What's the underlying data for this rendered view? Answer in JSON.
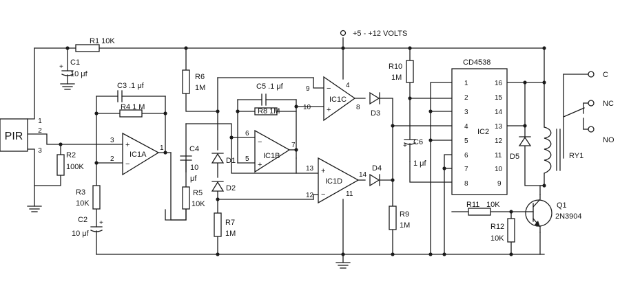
{
  "supply": "+5 - +12 VOLTS",
  "sensor": {
    "label": "PIR",
    "pins": [
      "1",
      "2",
      "3"
    ]
  },
  "resistors": [
    {
      "ref": "R1",
      "value": "10K",
      "text": "R1 10K"
    },
    {
      "ref": "R2",
      "value": "100K"
    },
    {
      "ref": "R3",
      "value": "10K"
    },
    {
      "ref": "R4",
      "value": "1 M",
      "text": "R4 1 M"
    },
    {
      "ref": "R5",
      "value": "10K"
    },
    {
      "ref": "R6",
      "value": "1M"
    },
    {
      "ref": "R7",
      "value": "1M"
    },
    {
      "ref": "R8",
      "value": "1M",
      "text": "R8 1M"
    },
    {
      "ref": "R9",
      "value": "1M"
    },
    {
      "ref": "R10",
      "value": "1M"
    },
    {
      "ref": "R11",
      "value": "10K"
    },
    {
      "ref": "R12",
      "value": "10K"
    }
  ],
  "capacitors": [
    {
      "ref": "C1",
      "value": "10 μf"
    },
    {
      "ref": "C2",
      "value": "10 μf"
    },
    {
      "ref": "C3",
      "value": "C3 .1  μf"
    },
    {
      "ref": "C4",
      "value_lines": [
        "10",
        "μf"
      ]
    },
    {
      "ref": "C5",
      "value": "C5 .1  μf"
    },
    {
      "ref": "C6",
      "value": "1 μf"
    }
  ],
  "diodes": [
    "D1",
    "D2",
    "D3",
    "D4",
    "D5"
  ],
  "opamps": [
    {
      "ref": "IC1A",
      "pins": {
        "plus": "3",
        "minus": "2",
        "out": "1"
      }
    },
    {
      "ref": "IC1B",
      "pins": {
        "minus": "6",
        "plus": "5",
        "out": "7"
      }
    },
    {
      "ref": "IC1C",
      "pins": {
        "minus": "9",
        "plus": "10",
        "out": "8",
        "vdd": "4"
      }
    },
    {
      "ref": "IC1D",
      "pins": {
        "plus": "13",
        "minus": "12",
        "out": "14",
        "vss": "11"
      }
    }
  ],
  "ic2": {
    "part": "CD4538",
    "ref": "IC2",
    "left_pins": [
      "1",
      "2",
      "3",
      "4",
      "5",
      "6",
      "7",
      "8"
    ],
    "right_pins": [
      "16",
      "15",
      "14",
      "13",
      "12",
      "11",
      "10",
      "9"
    ]
  },
  "transistor": {
    "ref": "Q1",
    "part": "2N3904"
  },
  "relay": {
    "ref": "RY1",
    "contacts": [
      "C",
      "NC",
      "NO"
    ]
  }
}
